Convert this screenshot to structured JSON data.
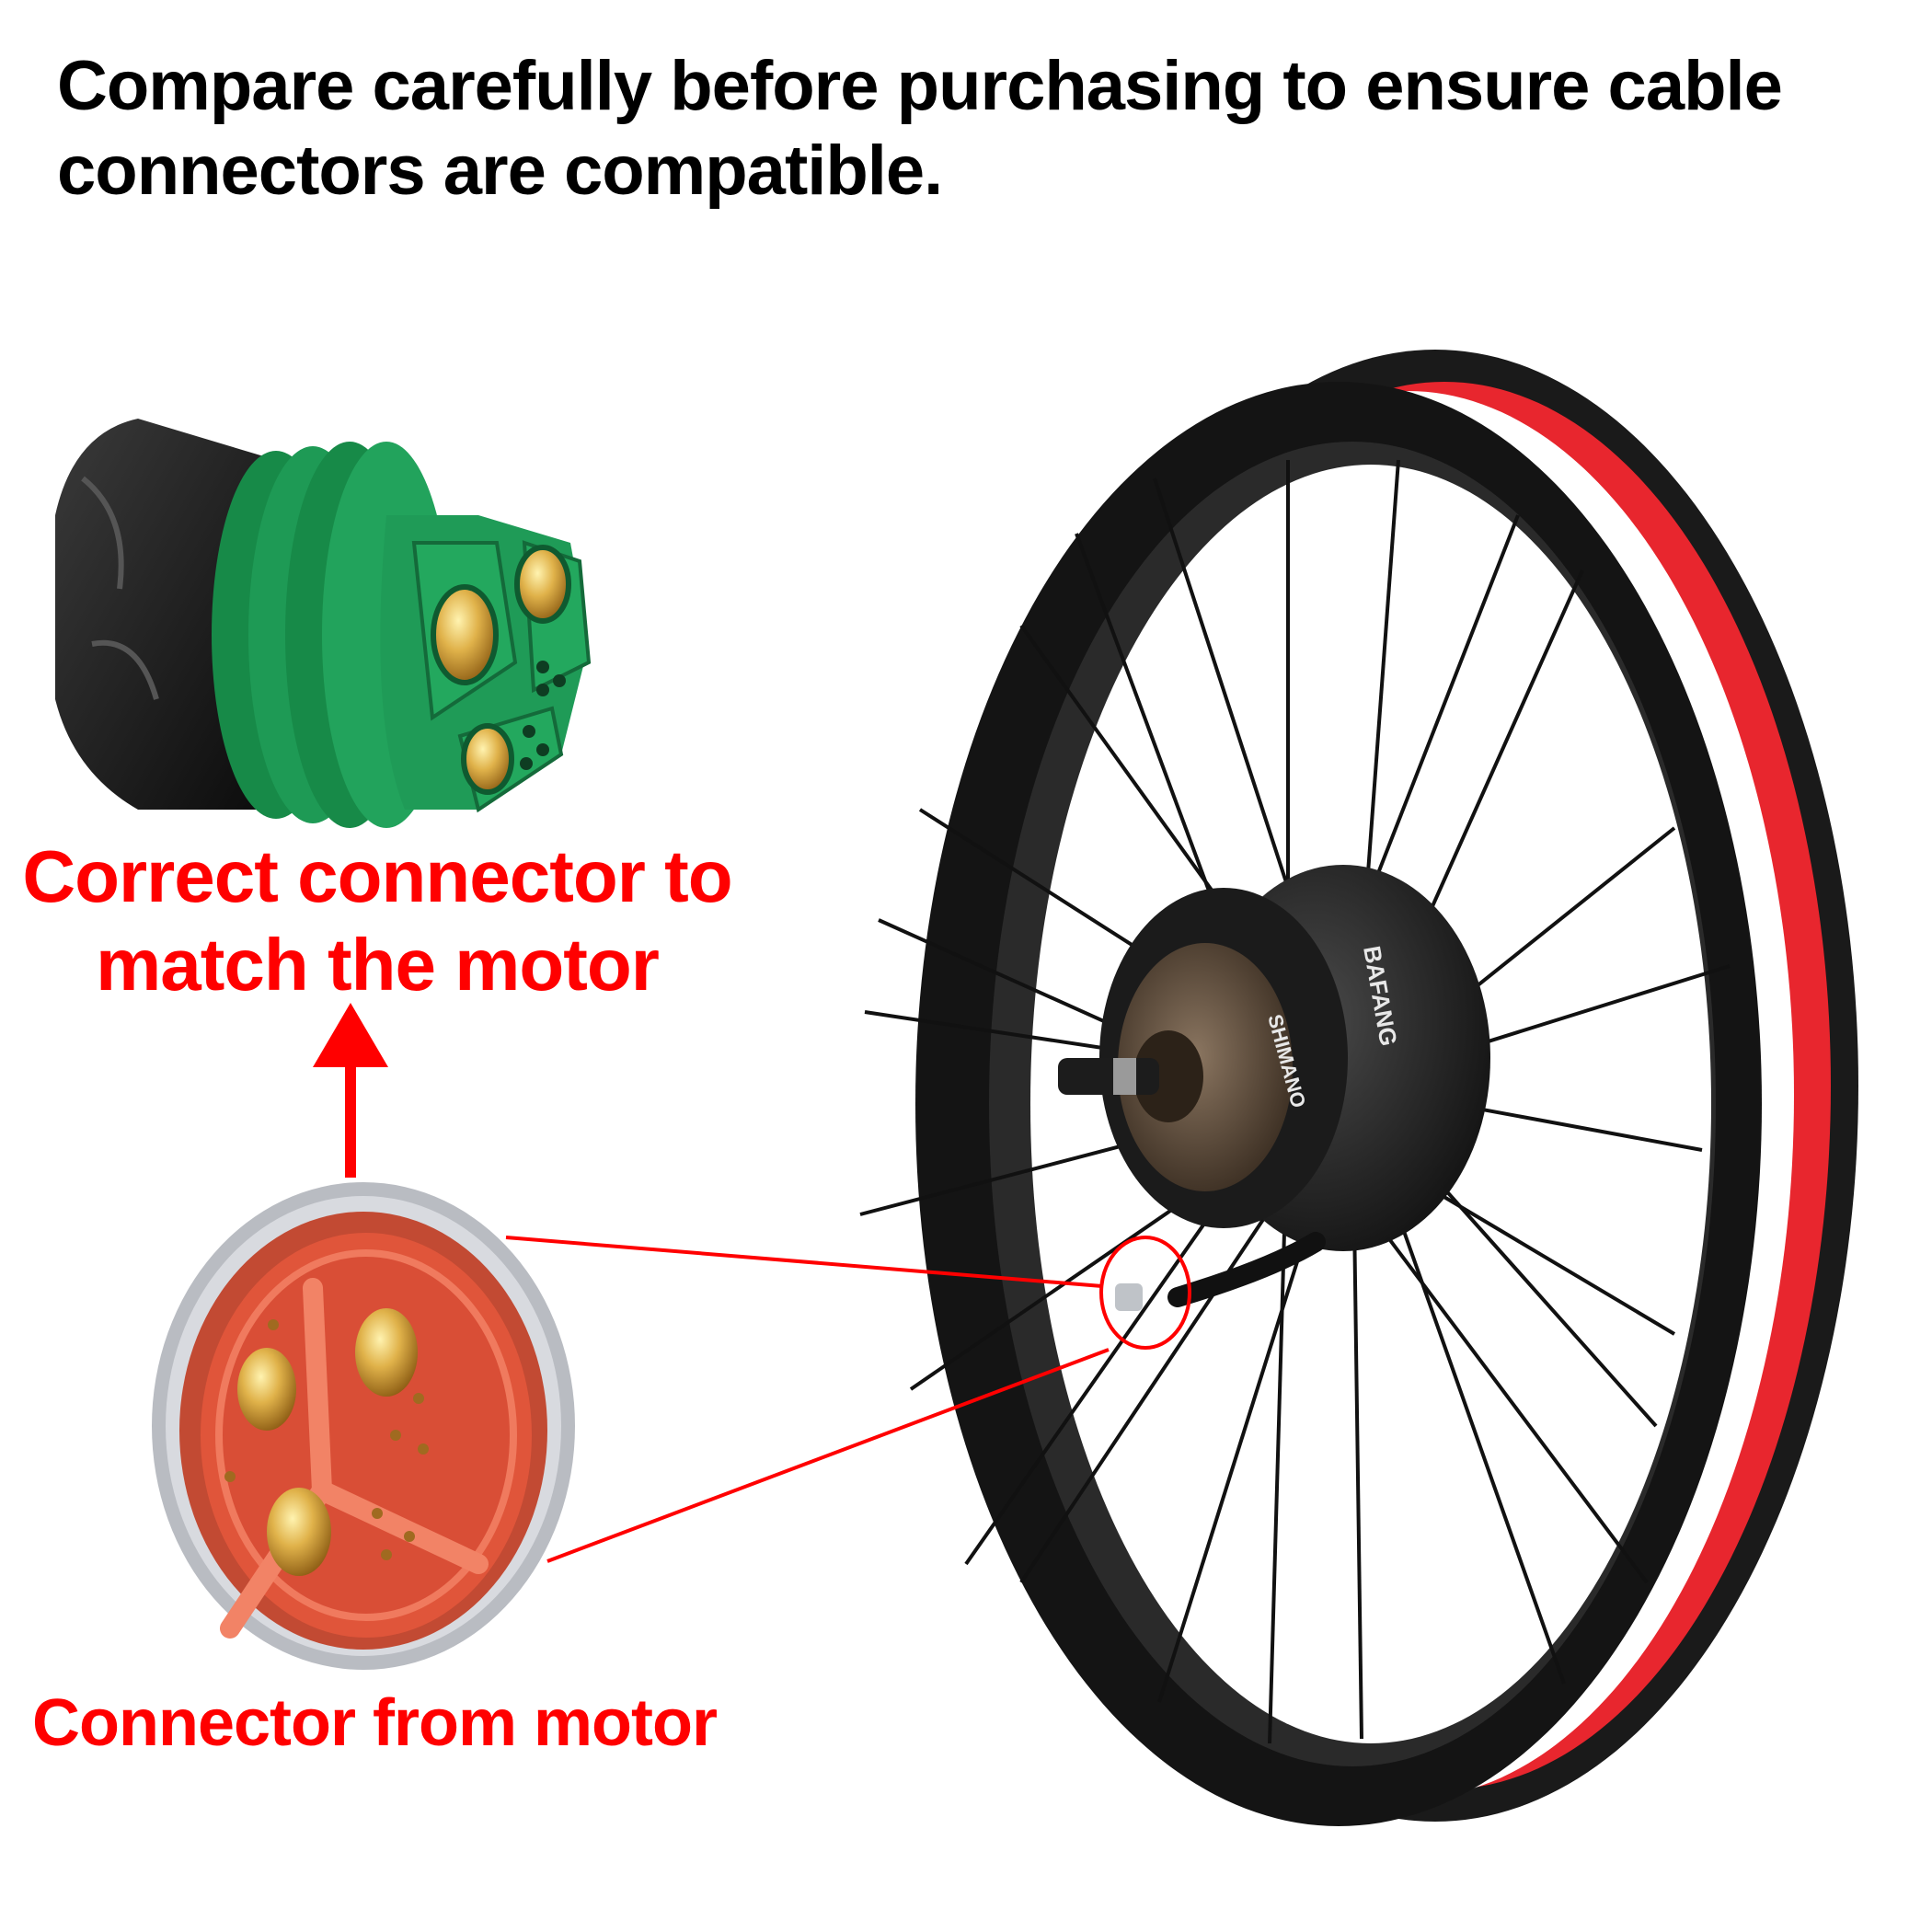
{
  "headline": {
    "line1": "Compare carefully before purchasing to ensure cable",
    "line2": "connectors are compatible."
  },
  "labels": {
    "correct_connector_line1": "Correct connector to",
    "correct_connector_line2": "match the motor",
    "connector_from_motor": "Connector from motor"
  },
  "hub_markings": {
    "cassette_brand": "SHIMANO",
    "motor_brand": "BAFANG"
  },
  "colors": {
    "accent_red": "#ff0000",
    "connector_green": "#1e9a55",
    "connector_orange": "#e0553a",
    "rim_black": "#141414",
    "tire_red": "#e8262e",
    "pin_gold": "#d9a441"
  }
}
